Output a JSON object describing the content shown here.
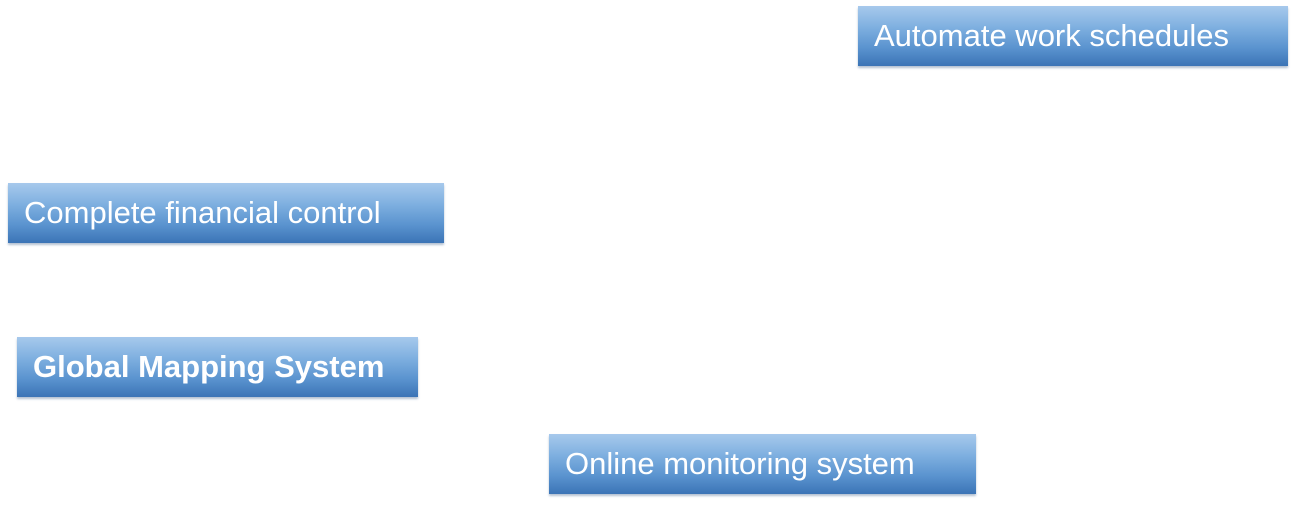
{
  "labels": {
    "automate": "Automate work schedules",
    "financial": "Complete financial control",
    "mapping": "Global Mapping System",
    "monitoring": "Online monitoring system"
  }
}
